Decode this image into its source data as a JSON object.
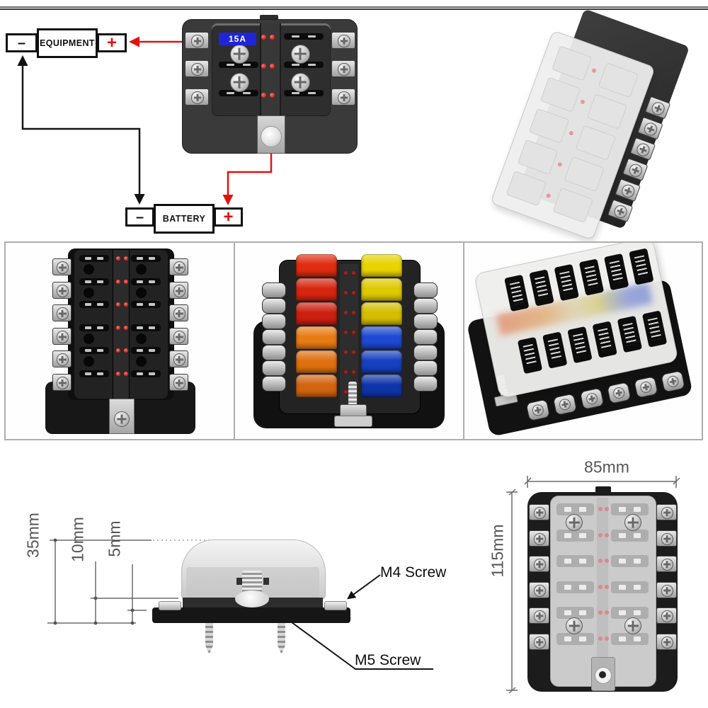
{
  "wiring": {
    "equipment": "EQUIPMENT",
    "battery": "BATTERY",
    "minus": "–",
    "plus": "+",
    "display_value": "15A",
    "positive_wire_color": "#e31212",
    "negative_wire_color": "#1a1a1a"
  },
  "dimensions": {
    "total_height": "35mm",
    "body_height": "10mm",
    "base_height": "5mm",
    "width": "85mm",
    "length": "115mm",
    "mount_screw_label": "M4 Screw",
    "stud_screw_label": "M5 Screw",
    "line_color": "#6b6b6b",
    "text_color": "#56565a"
  },
  "colors": {
    "led_indicator": "#d81a1a",
    "display_background": "#2125d8",
    "box_body": "#3a3a3a",
    "terminal_silver": "#c4c4c4",
    "photo_border_gray": "#aeaeae"
  },
  "fuses": {
    "left_column_colors": [
      "#e02c10",
      "#d62610",
      "#cc2010",
      "#e87c14",
      "#de7010",
      "#d26410"
    ],
    "right_column_colors": [
      "#e8d400",
      "#dfc900",
      "#d4be00",
      "#1d4ad2",
      "#1640c0",
      "#1034aa"
    ]
  },
  "cover_labels": {
    "count": 12
  }
}
